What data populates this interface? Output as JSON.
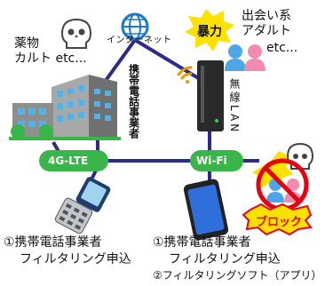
{
  "internet": {
    "label": "インターネット"
  },
  "carrier": {
    "label": "携帯電話事業者"
  },
  "lan": {
    "label": "無線LAN"
  },
  "left_threats": {
    "line1": "薬物",
    "line2": "カルト etc..."
  },
  "right_threats": {
    "bubble": "暴力",
    "line1": "出会い系",
    "line2": "アダルト",
    "line3": "etc..."
  },
  "networks": {
    "lte": "4G-LTE",
    "wifi": "Wi-Fi"
  },
  "block": {
    "label": "ブロック"
  },
  "left_caption": {
    "line1": "①携帯電話事業者",
    "line2": "フィルタリング申込"
  },
  "right_caption": {
    "line1": "①携帯電話事業者",
    "line2": "フィルタリング申込",
    "line3": "②フィルタリングソフト（アプリ）"
  },
  "colors": {
    "line": "#2b2b8a",
    "green": "#39b54a",
    "block_red": "#e60012",
    "burst": "#ffe100",
    "globe": "#1e78c8"
  },
  "icons": [
    "globe-icon",
    "skull-icon",
    "building-icon",
    "router-icon",
    "wifi-signal-icon",
    "people-icon",
    "flip-phone-icon",
    "smartphone-icon",
    "prohibited-icon"
  ]
}
